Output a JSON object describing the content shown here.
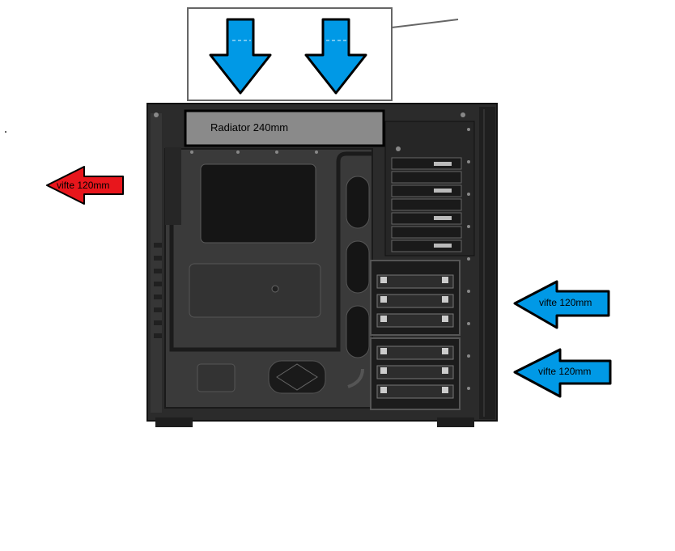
{
  "labels": {
    "radiator": "Radiator 240mm",
    "exhaust_fan": "vifte 120mm",
    "intake_fan_upper": "vifte 120mm",
    "intake_fan_lower": "vifte 120mm"
  },
  "colors": {
    "intake_arrow": "#0099e6",
    "exhaust_arrow": "#e8161c",
    "case_body": "#2b2b2b",
    "radiator_bar": "#8a8a8a",
    "background": "#ffffff"
  },
  "icons": {
    "intake_arrow": "arrow-icon",
    "exhaust_arrow": "arrow-icon"
  }
}
